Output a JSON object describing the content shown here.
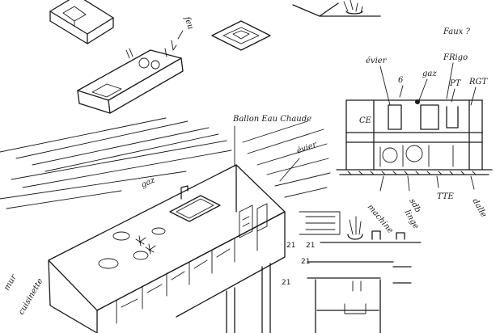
{
  "labels": {
    "feu_top": "feu",
    "faux": "Faux ?",
    "evier": "évier",
    "frigo": "FRigo",
    "label_6": "6",
    "gaz_small": "gaz",
    "pt": "PT",
    "rgt": "RGT",
    "ce": "CE",
    "ballon": "Ballon Eau Chaude",
    "evier_main": "évier",
    "gaz_main": "gaz",
    "machine": "machine",
    "sdb_line1": "sdb",
    "sdb_line2": "linge",
    "tte": "TTE",
    "dalle": "dalle",
    "mur_line1": "mur",
    "mur_line2": "cuisinette",
    "dim_1": "21",
    "dim_2": "21",
    "dim_3": "21",
    "dim_4": "21"
  }
}
